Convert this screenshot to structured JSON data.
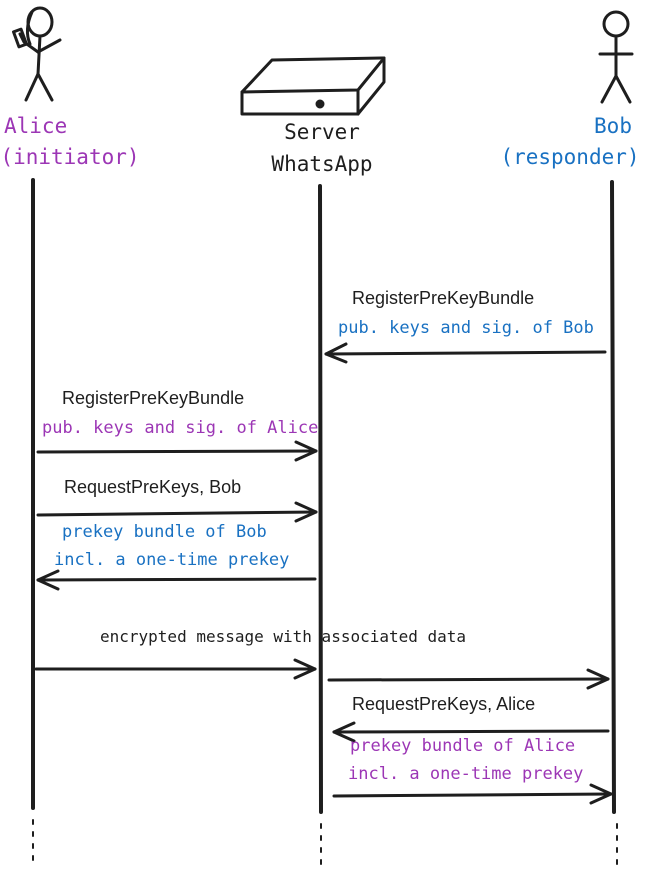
{
  "colors": {
    "alice": "#9c36b5",
    "bob": "#1971c2",
    "ink": "#1e1e1e"
  },
  "actors": {
    "alice": {
      "name": "Alice",
      "role": "(initiator)",
      "icon": "stick-figure-with-phone-icon"
    },
    "server": {
      "name": "Server",
      "role": "WhatsApp",
      "icon": "server-box-icon"
    },
    "bob": {
      "name": "Bob",
      "role": "(responder)",
      "icon": "stick-figure-icon"
    }
  },
  "messages": {
    "bob_register": {
      "label": "RegisterPreKeyBundle",
      "detail": "pub. keys and sig. of Bob"
    },
    "alice_register": {
      "label": "RegisterPreKeyBundle",
      "detail": "pub. keys and sig. of Alice"
    },
    "alice_request": {
      "label": "RequestPreKeys, Bob"
    },
    "bob_bundle": {
      "line1": "prekey bundle of Bob",
      "line2": "incl. a one-time prekey"
    },
    "encrypted": {
      "label": "encrypted message with associated data"
    },
    "bob_request": {
      "label": "RequestPreKeys, Alice"
    },
    "alice_bundle": {
      "line1": "prekey bundle of Alice",
      "line2": "incl. a one-time prekey"
    }
  }
}
